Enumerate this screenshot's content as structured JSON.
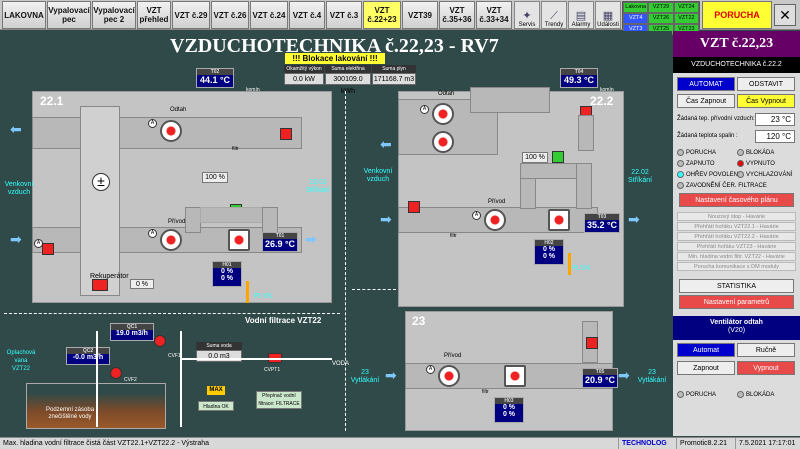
{
  "toolbar": {
    "buttons": [
      {
        "label": "LAKOVNA"
      },
      {
        "label": "Vypalovací\npec"
      },
      {
        "label": "Vypalovací\npec 2"
      },
      {
        "label": "VZT\npřehled"
      },
      {
        "label": "VZT č.29"
      },
      {
        "label": "VZT č.26"
      },
      {
        "label": "VZT č.24"
      },
      {
        "label": "VZT č.4"
      },
      {
        "label": "VZT č.3"
      },
      {
        "label": "VZT\nč.22+23"
      },
      {
        "label": "VZT39"
      },
      {
        "label": "VZT\nč.35+36"
      },
      {
        "label": "VZT\nč.33+34"
      }
    ],
    "icons": [
      {
        "label": "Servis"
      },
      {
        "label": "Trendy"
      },
      {
        "label": "Alarmy"
      },
      {
        "label": "Události"
      }
    ],
    "mini_status": [
      "Lakovna",
      "VZT29",
      "VZT24",
      "VZT4",
      "VZT26",
      "VZT22",
      "VZT3",
      "VZT25",
      "VZT23"
    ],
    "alarm_label": "PORUCHA",
    "close_label": "✕"
  },
  "main": {
    "title": "VZDUCHOTECHNIKA č.22,23 - RV7",
    "warning": "!!!  Blokace lakování  !!!",
    "meters": [
      {
        "label": "Okamžitý výkon",
        "value": "0.0 kW"
      },
      {
        "label": "Suma elektřina",
        "value": "300109.0 kWh"
      },
      {
        "label": "Suma plyn",
        "value": "171168.7 m3"
      }
    ],
    "zone_22_1": "22.1",
    "zone_22_2": "22.2",
    "zone_23": "23",
    "t02": {
      "cap": "T02",
      "value": "44.1 °C",
      "sub": "komín"
    },
    "t04": {
      "cap": "T04",
      "value": "49.3 °C",
      "sub": "komín"
    },
    "t01": {
      "cap": "T01",
      "value": "26.9 °C"
    },
    "t03": {
      "cap": "T03",
      "value": "35.2 °C"
    },
    "t05": {
      "cap": "T05",
      "value": "20.9 °C"
    },
    "pct_22_1_top": "100 %",
    "pct_22_2_top": "100 %",
    "h01": {
      "cap": "H01",
      "v1": "0 %",
      "v2": "0 %"
    },
    "h02": {
      "cap": "H02",
      "v1": "0 %",
      "v2": "0 %"
    },
    "h03": {
      "cap": "H03",
      "v1": "0 %",
      "v2": "0 %"
    },
    "nb01_value": "0 %",
    "labels": {
      "odtah1": "Odtah",
      "privod1": "Přívod",
      "filtr1": "filtr",
      "rekuperator": "Rekuperátor",
      "venkovni1": "Venkovní\nvzduch",
      "striknani1": "22.01\nStříkání",
      "odtah2": "Odtah",
      "privod2": "Přívod",
      "filtr2": "filtr",
      "venkovni2": "Venkovní\nvzduch",
      "striknani2": "22.02\nStříkání",
      "plyn1": "PLYN",
      "plyn2": "PLYN",
      "privod3": "Přívod",
      "filtr3": "filtr",
      "vytlakani_left": "23\nVytlákání",
      "vytlakani_right": "23\nVytlákání"
    },
    "filtrace": {
      "title": "Vodní filtrace VZT22",
      "qc1_cap": "QC1",
      "qc1_value": "19.0 m3/h",
      "qc2_cap": "QC2",
      "qc2_value": "-0.0 m3/h",
      "suma_cap": "Suma voda",
      "suma_value": "0.0 m3",
      "voda": "VODA",
      "oplachova": "Oplachová\nvana\nVZT22",
      "max": "MAX",
      "hladina": "Hladina OK",
      "prepinac": "Přepínač vodní\nfiltrace: FILTRACE",
      "zasoba": "Podzemní zásoba\nznečištěné vody",
      "cvf1": "CVF1",
      "cvf2": "CVF2",
      "cvpt1": "CVPT1"
    }
  },
  "right": {
    "title": "VZT č.22,23",
    "subtitle": "VZDUCHOTECHNIKA č.22.2",
    "automat": "AUTOMAT",
    "odstavit": "ODSTAVIT",
    "cas_zapnout": "Čas Zapnout",
    "cas_vypnout": "Čas Vypnout",
    "zadana_privod_label": "Žádaná tep. přívodní vzduch:",
    "zadana_privod_value": "23 °C",
    "zadana_spalin_label": "Žádaná teplota spalin :",
    "zadana_spalin_value": "120 °C",
    "leds": [
      {
        "label": "PORUCHA"
      },
      {
        "label": "BLOKÁDA"
      },
      {
        "label": "ZAPNUTO"
      },
      {
        "label": "VYPNUTO"
      },
      {
        "label": "OHŘEV POVOLEN"
      },
      {
        "label": "VYCHLAZOVÁNÍ"
      },
      {
        "label": "ZAVODNĚNÍ ČER. FILTRACE"
      }
    ],
    "nastaveni_planu": "Nastavení časového plánu",
    "alarms": [
      "Nouzový stop - Havárie",
      "Přehřátí hořáku VZT22.1 - Havárie",
      "Přehřátí hořáku VZT22.2 - Havárie",
      "Přehřátí hořáku VZT23 - Havárie",
      "Min. hladina vodní  filtr. VZT22 - Havárie",
      "Porucha komunikace s DM moduly"
    ],
    "statistika": "STATISTIKA",
    "nastaveni_parametru": "Nastavení parametrů",
    "ventilator_title": "Ventilátor odtah",
    "ventilator_sub": "(V20)",
    "v_automat": "Automat",
    "v_rucne": "Ručně",
    "v_zapnout": "Zapnout",
    "v_vypnout": "Vypnout",
    "v_porucha": "PORUCHA",
    "v_blokada": "BLOKÁDA"
  },
  "status": {
    "message": "Max. hladina vodní filtrace čistá část VZT22.1+VZT22.2 - Výstraha",
    "user": "TECHNOLOG",
    "app": "Promotic8.2.21",
    "datetime": "7.5.2021 17:17:01"
  }
}
